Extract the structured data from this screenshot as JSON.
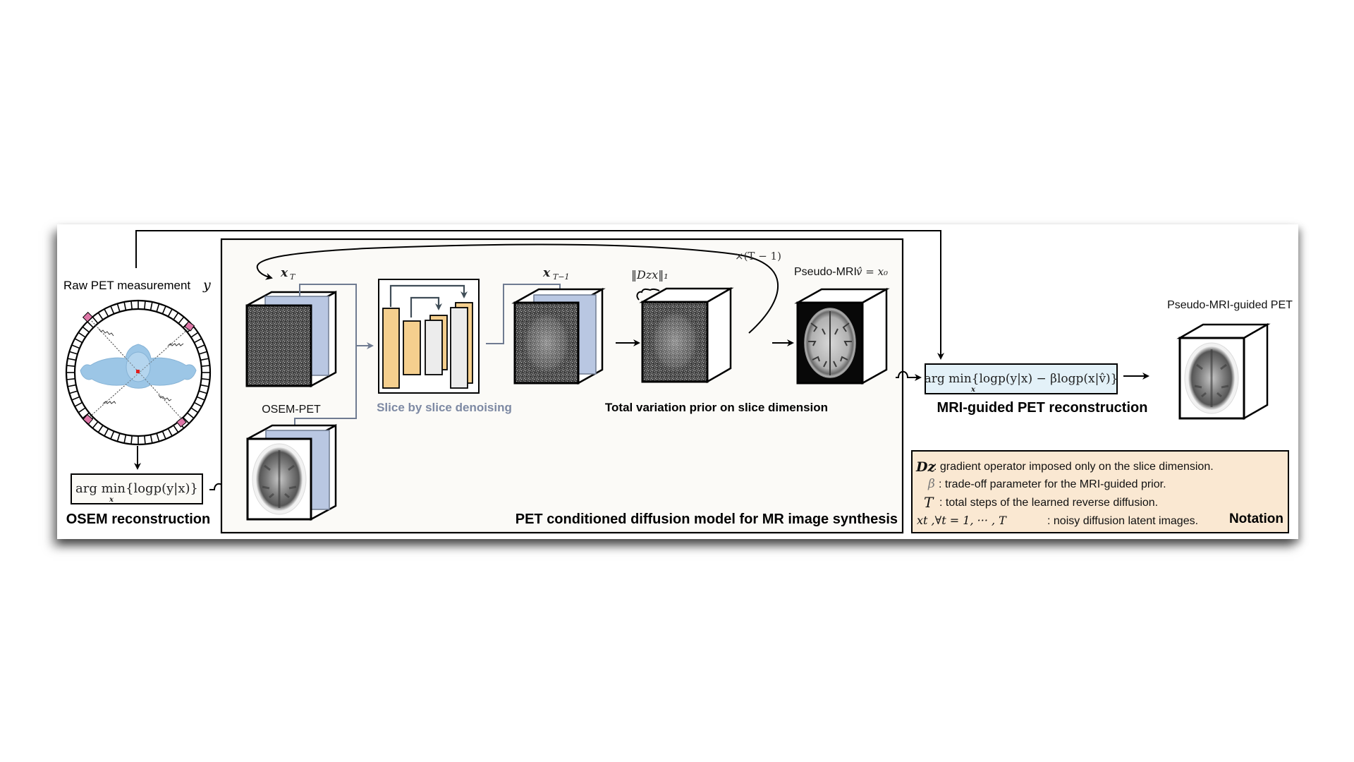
{
  "labels": {
    "raw_pet": "Raw PET measurement",
    "raw_pet_symbol": "y",
    "osem_reconstruction": "OSEM reconstruction",
    "osem_pet": "OSEM-PET",
    "slice_denoising": "Slice by slice denoising",
    "tv_prior": "Total variation prior on slice dimension",
    "pseudo_mri": "Pseudo-MRI",
    "pseudo_mri_eq": "v̂ = x₀",
    "diffusion_model": "PET conditioned diffusion model for MR image synthesis",
    "mri_guided_recon": "MRI-guided PET reconstruction",
    "pseudo_mri_guided_pet": "Pseudo-MRI-guided PET",
    "x_T": "x",
    "x_T_sub": "T",
    "x_T1": "x",
    "x_T1_sub": "T−1",
    "tv_norm": "‖Dzx‖₁",
    "repeat": "×(T − 1)"
  },
  "formulas": {
    "osem": "arg min{logp(y|x)}",
    "osem_under": "x",
    "mri_guided": "arg min{logp(y|x) − βlogp(x|v̂)}",
    "mri_guided_under": "x"
  },
  "notation": {
    "title": "Notation",
    "items": [
      {
        "symbol": "Dz",
        "text": ": gradient operator imposed only on the slice dimension."
      },
      {
        "symbol": "β",
        "text": ": trade-off parameter for the MRI-guided prior."
      },
      {
        "symbol": "T",
        "text": ": total steps of the learned reverse diffusion."
      },
      {
        "symbol": "xt ,∀t = 1, ··· , T",
        "text": ": noisy diffusion latent images."
      }
    ]
  },
  "colors": {
    "slice_blue": "#b9c7e2",
    "connector_gray": "#6f7b91",
    "unet_orange": "#f5cf8e",
    "unet_gray": "#ececec",
    "unet_arrow": "#3f4d57",
    "formula_box_blue": "#e3f1f8",
    "notation_bg": "#fae8d2",
    "inner_panel_bg": "#fbfaf7",
    "body_blue": "#9cc6e6",
    "detector_pink": "#de77a8"
  }
}
